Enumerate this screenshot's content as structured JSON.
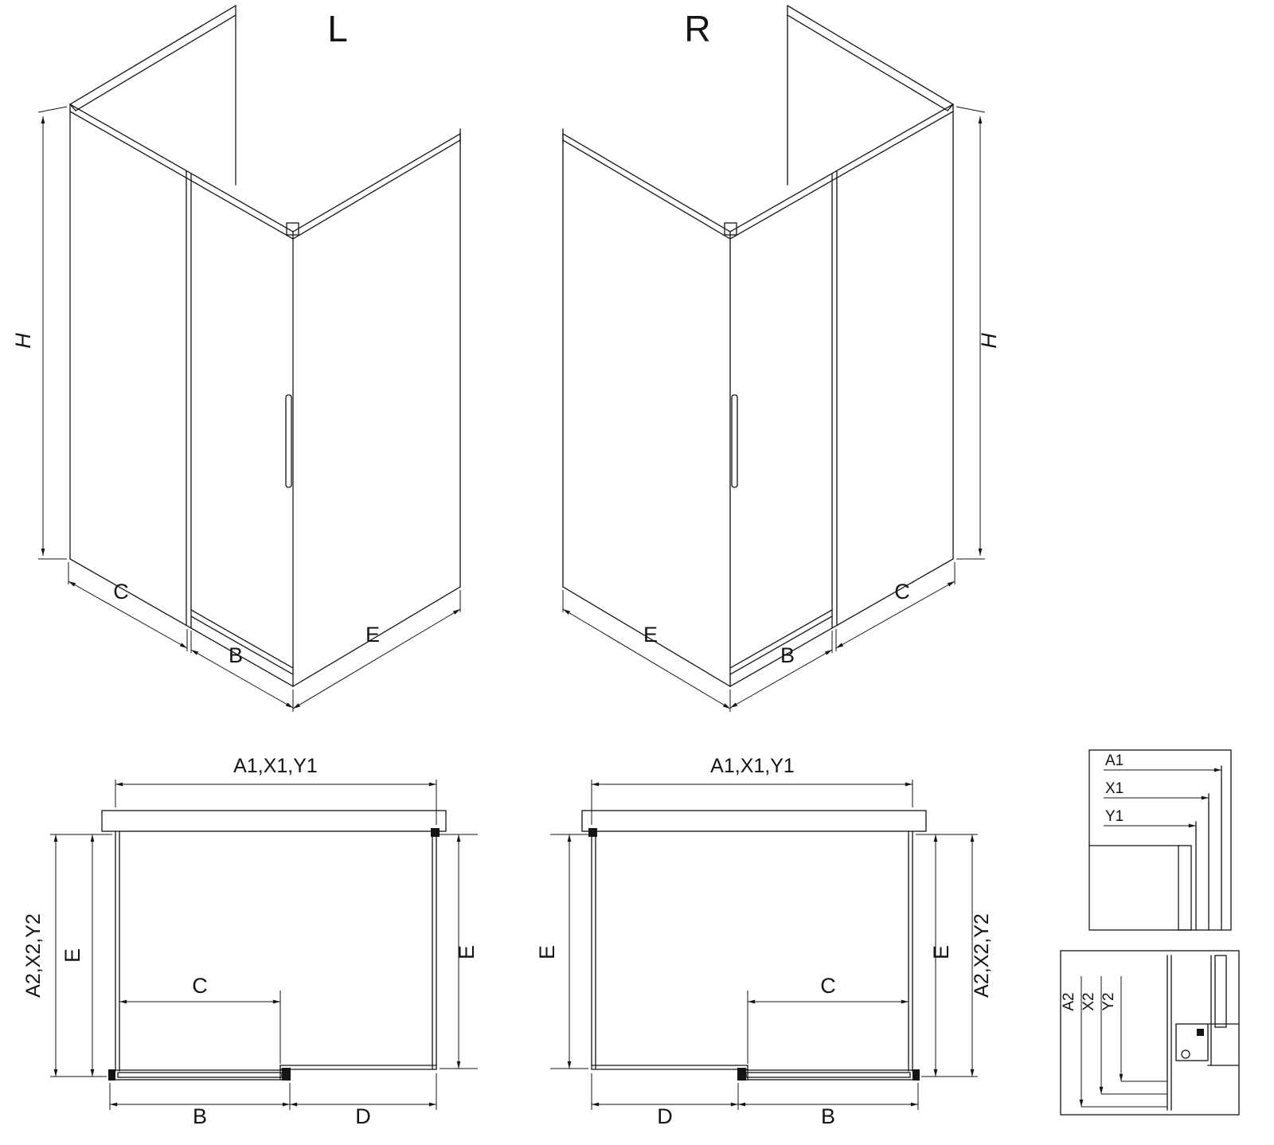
{
  "colors": {
    "background": "#ffffff",
    "line": "#141414"
  },
  "iso_left": {
    "title": "L",
    "h": "H",
    "c": "C",
    "b": "B",
    "e": "E"
  },
  "iso_right": {
    "title": "R",
    "h": "H",
    "c": "C",
    "b": "B",
    "e": "E"
  },
  "plan_left": {
    "top": "A1,X1,Y1",
    "side": "A2,X2,Y2",
    "e_inner": "E",
    "e_outer": "E",
    "c": "C",
    "b": "B",
    "d": "D"
  },
  "plan_right": {
    "top": "A1,X1,Y1",
    "side": "A2,X2,Y2",
    "e_inner": "E",
    "e_outer": "E",
    "c": "C",
    "b": "B",
    "d": "D"
  },
  "detail_top": {
    "labels": [
      "A1",
      "X1",
      "Y1"
    ]
  },
  "detail_bottom": {
    "labels": [
      "A2",
      "X2",
      "Y2"
    ]
  }
}
